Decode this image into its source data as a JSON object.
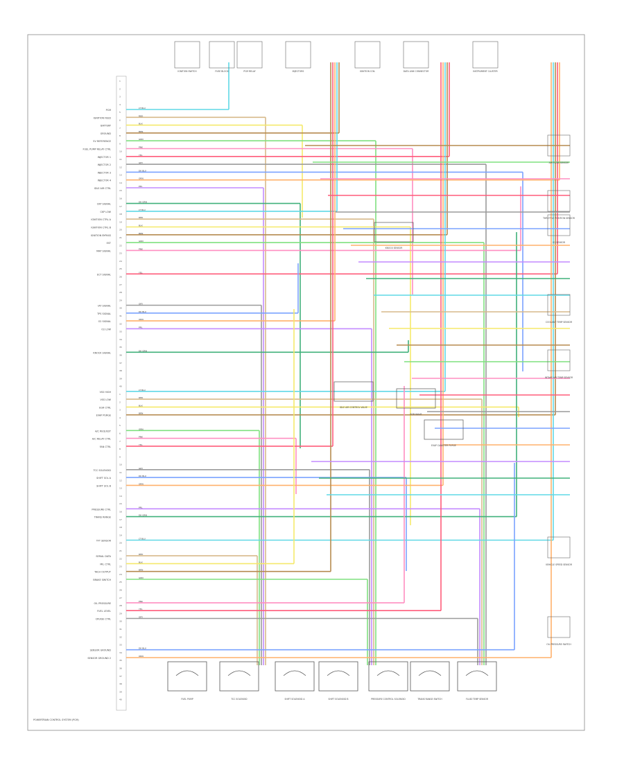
{
  "title_note": "POWERTRAIN CONTROL SYSTEM (PCM)",
  "left_labels": [
    "PCM",
    "IGNITION FEED",
    "BATTERY",
    "GROUND",
    "5V REFERENCE",
    "FUEL PUMP RELAY CTRL",
    "INJECTOR 1",
    "INJECTOR 2",
    "INJECTOR 3",
    "INJECTOR 4",
    "IDLE AIR CTRL",
    "CKP SIGNAL",
    "CKP LOW",
    "IGNITION CTRL A",
    "IGNITION CTRL B",
    "IGNITION BYPASS",
    "EST",
    "MAP SIGNAL",
    "ECT SIGNAL",
    "IAT SIGNAL",
    "TPS SIGNAL",
    "O2 SIGNAL",
    "O2 LOW",
    "KNOCK SIGNAL",
    "VSS HIGH",
    "VSS LOW",
    "EGR CTRL",
    "EVAP PURGE",
    "A/C REQUEST",
    "A/C RELAY CTRL",
    "FAN CTRL",
    "TCC SOLENOID",
    "SHIFT SOL A",
    "SHIFT SOL B",
    "PRESSURE CTRL",
    "TRANS RANGE",
    "TFT SENSOR",
    "SERIAL DATA",
    "MIL CTRL",
    "TACH OUTPUT",
    "BRAKE SWITCH",
    "OIL PRESSURE",
    "FUEL LEVEL",
    "CRUISE CTRL",
    "SENSOR GROUND",
    "SENSOR GROUND 2"
  ],
  "top_components": [
    "IGNITION SWITCH",
    "FUSE BLOCK",
    "PCM RELAY",
    "INJECTORS",
    "IGNITION COIL",
    "DATA LINK CONNECTOR",
    "INSTRUMENT CLUSTER"
  ],
  "right_components": [
    "AIR FLOW SENSOR",
    "THROTTLE POSITION SENSOR",
    "O2 SENSOR",
    "COOLANT TEMP SENSOR",
    "INTAKE AIR TEMP SENSOR",
    "VEHICLE SPEED SENSOR",
    "OIL PRESSURE SWITCH"
  ],
  "mid_components": [
    "IDLE AIR CONTROL VALVE",
    "EGR VALVE",
    "KNOCK SENSOR",
    "EVAP CANISTER PURGE"
  ],
  "bottom_components": [
    "TCC SOLENOID",
    "SHIFT SOLENOID A",
    "SHIFT SOLENOID B",
    "PRESSURE CONTROL SOLENOID",
    "TRANS RANGE SWITCH",
    "FLUID TEMP SENSOR",
    "FUEL PUMP"
  ],
  "colors": {
    "wire_red": "#ff5b7a",
    "wire_pink": "#ff8ec0",
    "wire_cyan": "#5fd8e6",
    "wire_green": "#7fe07f",
    "wire_yellow": "#f5e96a",
    "wire_tan": "#d7b98a",
    "wire_brown": "#b58a4f",
    "wire_blue": "#7aa2ff",
    "wire_gray": "#9a9a9a",
    "wire_purple": "#c38aff",
    "wire_orange": "#ffb06a",
    "wire_darkgreen": "#3fb07a"
  }
}
